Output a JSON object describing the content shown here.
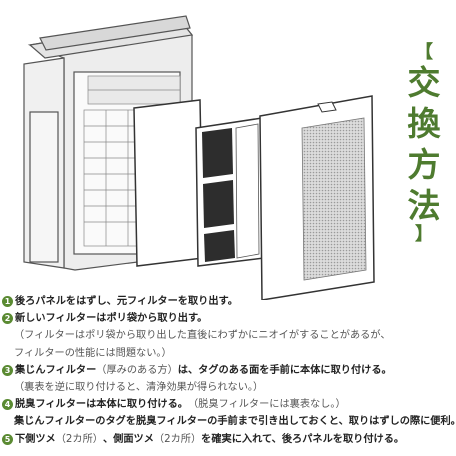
{
  "title": {
    "bracket_open": "【",
    "chars": [
      "交",
      "換",
      "方",
      "法"
    ],
    "bracket_close": "】"
  },
  "colors": {
    "accent": "#4e7b2f",
    "badge": "#5a8a32"
  },
  "steps": [
    {
      "num": "1",
      "main": "後ろパネルをはずし、元フィルターを取り出す。"
    },
    {
      "num": "2",
      "main": "新しいフィルターはポリ袋から取り出す。"
    },
    {
      "note1": "（フィルターはポリ袋から取り出した直後にわずかにニオイがすることがあるが、"
    },
    {
      "note2": "フィルターの性能には問題ない。）"
    },
    {
      "num": "3",
      "main_a": "集じんフィルター",
      "note": "（厚みのある方）",
      "main_b": "は、タグのある面を手前に本体に取り付ける。"
    },
    {
      "note3": "（裏表を逆に取り付けると、清浄効果が得られない。）"
    },
    {
      "num": "4",
      "main": "脱臭フィルターは本体に取り付ける。",
      "note": "（脱臭フィルターには裏表なし。）"
    },
    {
      "cont": "集じんフィルターのタグを脱臭フィルターの手前まで引き出しておくと、取りはずしの際に便利。"
    },
    {
      "num": "5",
      "a": "下側ツメ",
      "n1": "（2カ所）",
      "b": "、側面ツメ",
      "n2": "（2カ所）",
      "c": "を確実に入れて、後ろパネルを取り付ける。"
    }
  ]
}
